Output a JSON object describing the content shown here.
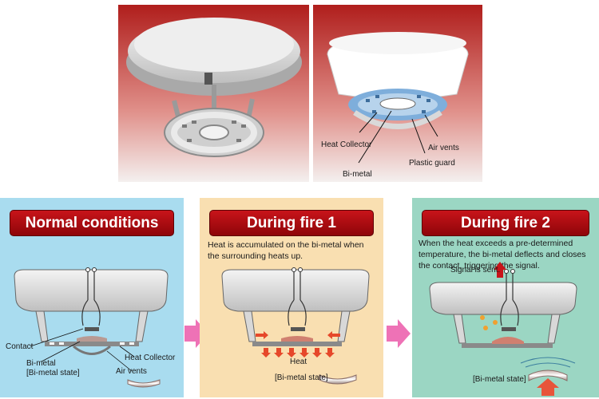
{
  "colors": {
    "panel_normal": "#a9dcef",
    "panel_fire1": "#f9dfb1",
    "panel_fire2": "#9bd6c3",
    "banner": "#b30d12",
    "arrow": "#ee72b6",
    "photo_bg_top": "#b01e1c",
    "photo_bg_bottom": "#f2f2f2"
  },
  "top_right_labels": {
    "heat_collector": "Heat Collector",
    "air_vents": "Air vents",
    "plastic_guard": "Plastic guard",
    "bi_metal": "Bi-metal"
  },
  "panels": {
    "normal": {
      "title": "Normal conditions",
      "contact": "Contact",
      "heat_collector": "Heat Collector",
      "bi_metal": "Bi-metal",
      "bi_metal_state": "[Bi-metal state]",
      "air_vents": "Air vents"
    },
    "fire1": {
      "title": "During fire 1",
      "text": "Heat is accumulated on the bi-metal when the surrounding heats up.",
      "heat": "Heat",
      "bi_metal_state": "[Bi-metal state]"
    },
    "fire2": {
      "title": "During fire 2",
      "text": "When the heat exceeds a pre-determined temperature, the bi-metal deflects and closes the contact, triggering the signal.",
      "signal": "Signal is sent.",
      "bi_metal_state": "[Bi-metal state]"
    }
  }
}
